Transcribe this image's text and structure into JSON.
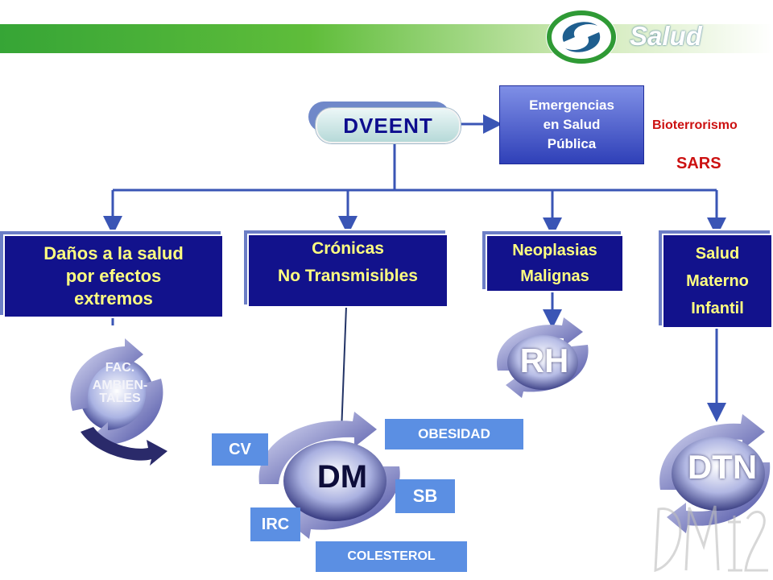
{
  "header": {
    "brand": "Salud",
    "bar_color": "#36a536"
  },
  "root": {
    "label": "DVEENT"
  },
  "emergencias": {
    "lines": [
      "Emergencias",
      "en  Salud",
      "Pública"
    ]
  },
  "threats": {
    "bioterrorismo": "Bioterrorismo",
    "sars": "SARS"
  },
  "branches": {
    "danos": {
      "lines": [
        "Daños a la salud",
        "por efectos",
        "extremos"
      ]
    },
    "cronicas": {
      "lines": [
        "Crónicas",
        "No Transmisibles"
      ]
    },
    "neoplasias": {
      "lines": [
        "Neoplasias",
        "Malignas"
      ]
    },
    "salud": {
      "lines": [
        "Salud",
        "Materno",
        "Infantil"
      ]
    }
  },
  "cycles": {
    "fac": {
      "lines": [
        "FAC.",
        "AMBIEN-",
        "TALES"
      ]
    },
    "dm": {
      "label": "DM"
    },
    "rh": {
      "label": "RH"
    },
    "dtn": {
      "label": "DTN"
    }
  },
  "tags": {
    "cv": "CV",
    "obesidad": "OBESIDAD",
    "sb": "SB",
    "irc": "IRC",
    "colesterol": "COLESTEROL"
  },
  "colors": {
    "branch_fill": "#12128c",
    "branch_text": "#ffff80",
    "tag_fill": "#5b8fe3",
    "threat_text": "#cc1111",
    "connector": "#3a55b5"
  }
}
